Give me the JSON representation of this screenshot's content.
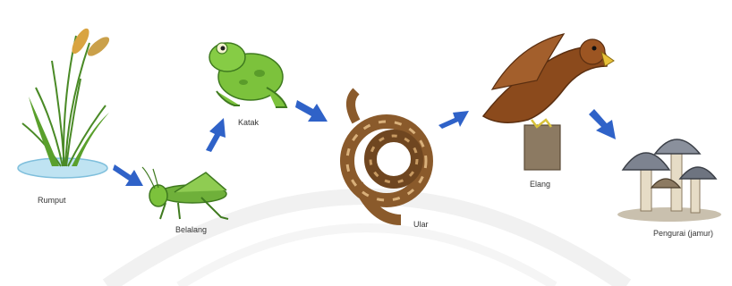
{
  "organisms": [
    {
      "id": "rumput",
      "label": "Rumput",
      "icon": "grass-icon"
    },
    {
      "id": "belalang",
      "label": "Belalang",
      "icon": "grasshopper-icon"
    },
    {
      "id": "katak",
      "label": "Katak",
      "icon": "frog-icon"
    },
    {
      "id": "ular",
      "label": "Ular",
      "icon": "snake-icon"
    },
    {
      "id": "elang",
      "label": "Elang",
      "icon": "eagle-icon"
    },
    {
      "id": "pengurai",
      "label": "Pengurai (jamur)",
      "icon": "mushroom-icon"
    }
  ],
  "colors": {
    "arrow": "#2f62c8",
    "grass": "#5aa02c",
    "grasshopper": "#6fb03a",
    "frog": "#7cc23c",
    "snake": "#8a5a2b",
    "eagle": "#8b4a1c",
    "mushroom": "#7d8390"
  }
}
